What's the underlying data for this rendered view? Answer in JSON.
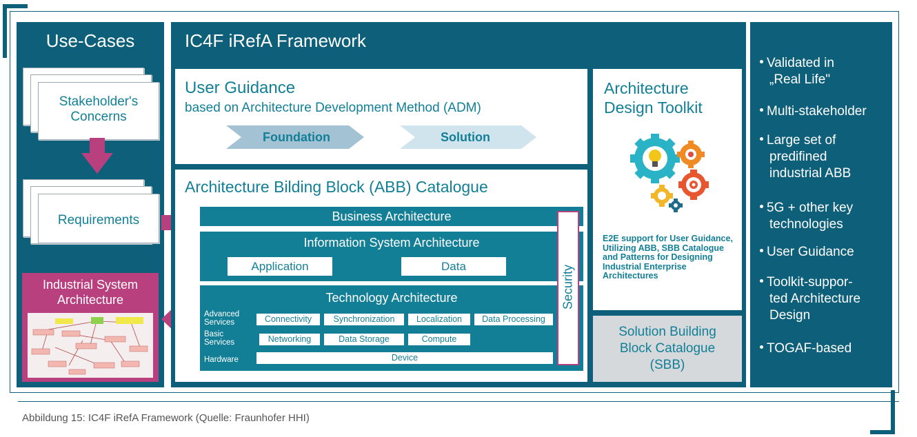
{
  "use_cases": {
    "title": "Use-Cases",
    "concerns": "Stakeholder's\nConcerns",
    "requirements": "Requirements",
    "industrial_title": "Industrial System\nArchitecture"
  },
  "framework": {
    "title": "IC4F iRefA Framework",
    "guidance_title": "User Guidance",
    "guidance_subtitle": "based on Architecture Development Method (ADM)",
    "arrow_foundation": "Foundation",
    "arrow_solution": "Solution",
    "abb_title": "Architecture Bilding Block (ABB) Catalogue",
    "business": "Business Architecture",
    "info_system": "Information System Architecture",
    "application": "Application",
    "data": "Data",
    "technology": "Technology Architecture",
    "security": "Security",
    "advanced_services": "Advanced\nServices",
    "basic_services": "Basic\nServices",
    "hardware": "Hardware",
    "advanced_items": [
      "Connectivity",
      "Synchronization",
      "Localization",
      "Data Processing"
    ],
    "basic_items": [
      "Networking",
      "Data Storage",
      "Compute"
    ],
    "device": "Device"
  },
  "toolkit": {
    "title": "Architecture\nDesign Toolkit",
    "description": "E2E support for User Guidance, Utilizing ABB, SBB Catalogue and Patterns for Designing Industrial Enterprise Architectures",
    "sbb": "Solution Building\nBlock Catalogue\n(SBB)"
  },
  "features": [
    "Validated in\n„Real Life\"",
    "Multi-stakeholder",
    "Large set of\npredifined\nindustrial ABB",
    "5G + other key\ntechnologies",
    "User Guidance",
    "Toolkit-suppor-\nted Architecture\nDesign",
    "TOGAF-based"
  ],
  "caption": "Abbildung 15: IC4F iRefA Framework (Quelle: Fraunhofer HHI)",
  "colors": {
    "dark_teal": "#0e5f7a",
    "teal": "#127f97",
    "magenta": "#b9407f",
    "grey": "#d5d9dc"
  }
}
